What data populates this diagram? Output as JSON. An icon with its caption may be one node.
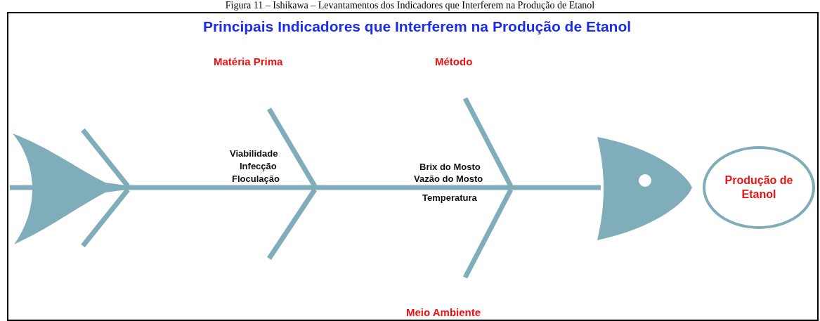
{
  "diagram": {
    "title": "Principais Indicadores que Interferem na Produção de Etanol",
    "caption": "Figura 11 – Ishikawa – Levantamentos dos Indicadores que Interferem na Produção de Etanol",
    "nodes": [
      {
        "text": [
          "Produção de Etanol"
        ]
      }
    ],
    "labels": [
      "Matéria Prima",
      "Método",
      "Viabilidade",
      "Infecção",
      "Floculação",
      "Brix do Mosto",
      "Vazão do Mosto",
      "Temperatura",
      "Meio Ambiente"
    ]
  }
}
